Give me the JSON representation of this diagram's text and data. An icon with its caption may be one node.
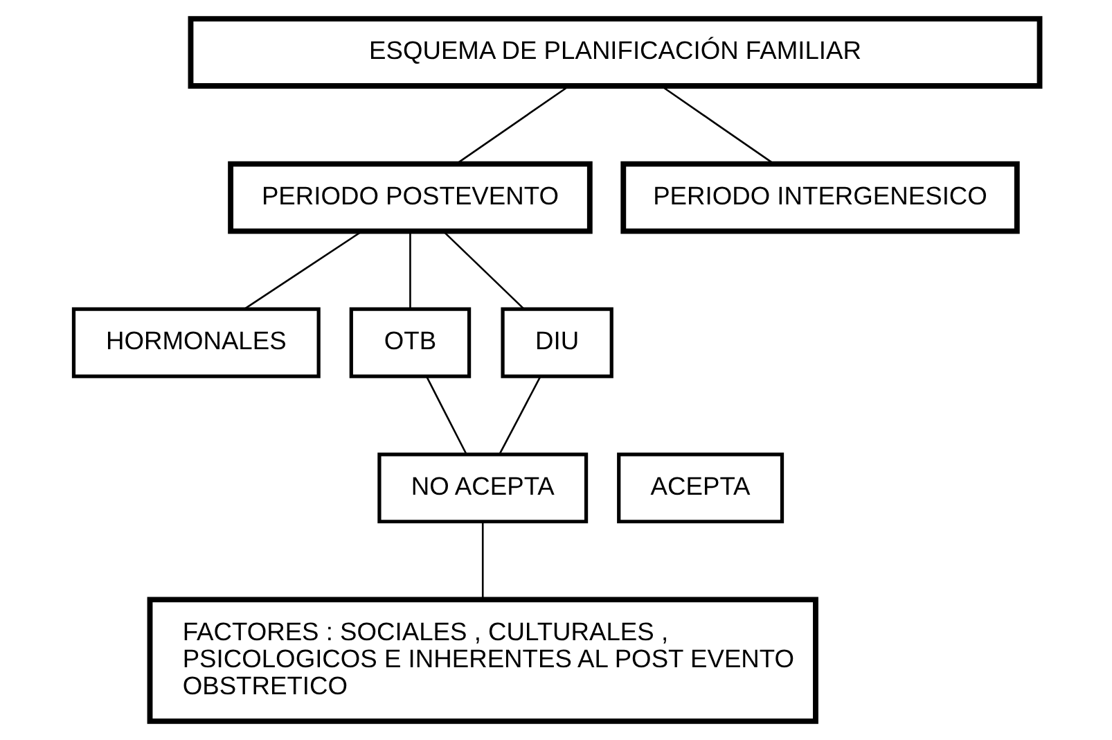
{
  "diagram": {
    "nodes": [
      {
        "text": [
          "ESQUEMA DE PLANIFICACIÓN FAMILIAR"
        ]
      },
      {
        "text": [
          "PERIODO POSTEVENTO"
        ]
      },
      {
        "text": [
          "PERIODO INTERGENESICO"
        ]
      },
      {
        "text": [
          "HORMONALES"
        ]
      },
      {
        "text": [
          "OTB"
        ]
      },
      {
        "text": [
          "DIU"
        ]
      },
      {
        "text": [
          "ACEPTA"
        ]
      },
      {
        "text": [
          "NO ACEPTA"
        ]
      },
      {
        "text": [
          "FACTORES : SOCIALES , CULTURALES , PSICOLOGICOS E INHERENTES AL POST EVENTO OBSTRETICO"
        ]
      }
    ],
    "edges": [
      {
        "from": 0,
        "to": 1,
        "arrow": "none"
      },
      {
        "from": 0,
        "to": 2,
        "arrow": "none"
      },
      {
        "from": 1,
        "to": 3,
        "arrow": "none"
      },
      {
        "from": 1,
        "to": 4,
        "arrow": "none"
      },
      {
        "from": 1,
        "to": 5,
        "arrow": "none"
      },
      {
        "from": 4,
        "to": 7,
        "arrow": "none"
      },
      {
        "from": 5,
        "to": 7,
        "arrow": "none"
      },
      {
        "from": 7,
        "to": 8,
        "arrow": "none"
      }
    ]
  }
}
